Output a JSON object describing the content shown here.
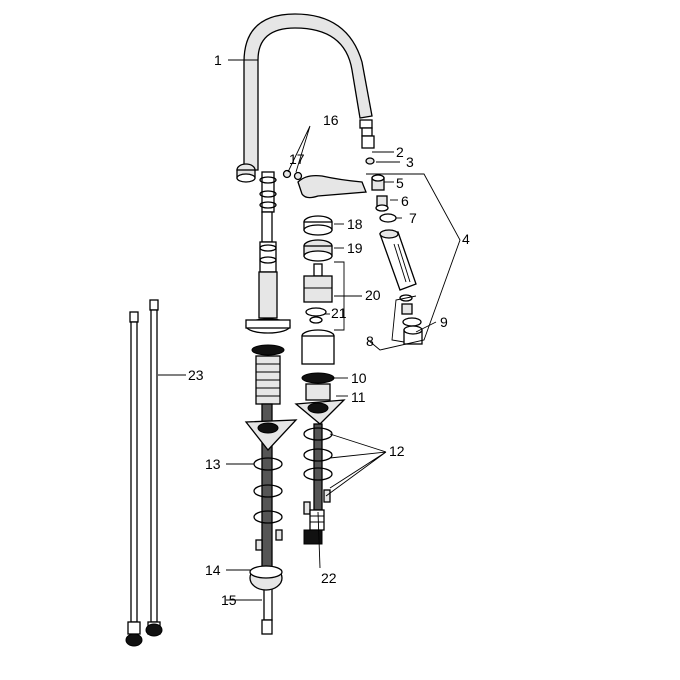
{
  "callouts": [
    {
      "id": "1",
      "text": "1"
    },
    {
      "id": "2",
      "text": "2"
    },
    {
      "id": "3",
      "text": "3"
    },
    {
      "id": "4",
      "text": "4"
    },
    {
      "id": "5",
      "text": "5"
    },
    {
      "id": "6",
      "text": "6"
    },
    {
      "id": "7",
      "text": "7"
    },
    {
      "id": "8",
      "text": "8"
    },
    {
      "id": "9",
      "text": "9"
    },
    {
      "id": "10",
      "text": "10"
    },
    {
      "id": "11",
      "text": "11"
    },
    {
      "id": "12",
      "text": "12"
    },
    {
      "id": "13",
      "text": "13"
    },
    {
      "id": "14",
      "text": "14"
    },
    {
      "id": "15",
      "text": "15"
    },
    {
      "id": "16",
      "text": "16"
    },
    {
      "id": "17",
      "text": "17"
    },
    {
      "id": "18",
      "text": "18"
    },
    {
      "id": "19",
      "text": "19"
    },
    {
      "id": "20",
      "text": "20"
    },
    {
      "id": "21",
      "text": "21"
    },
    {
      "id": "22",
      "text": "22"
    },
    {
      "id": "23",
      "text": "23"
    }
  ]
}
